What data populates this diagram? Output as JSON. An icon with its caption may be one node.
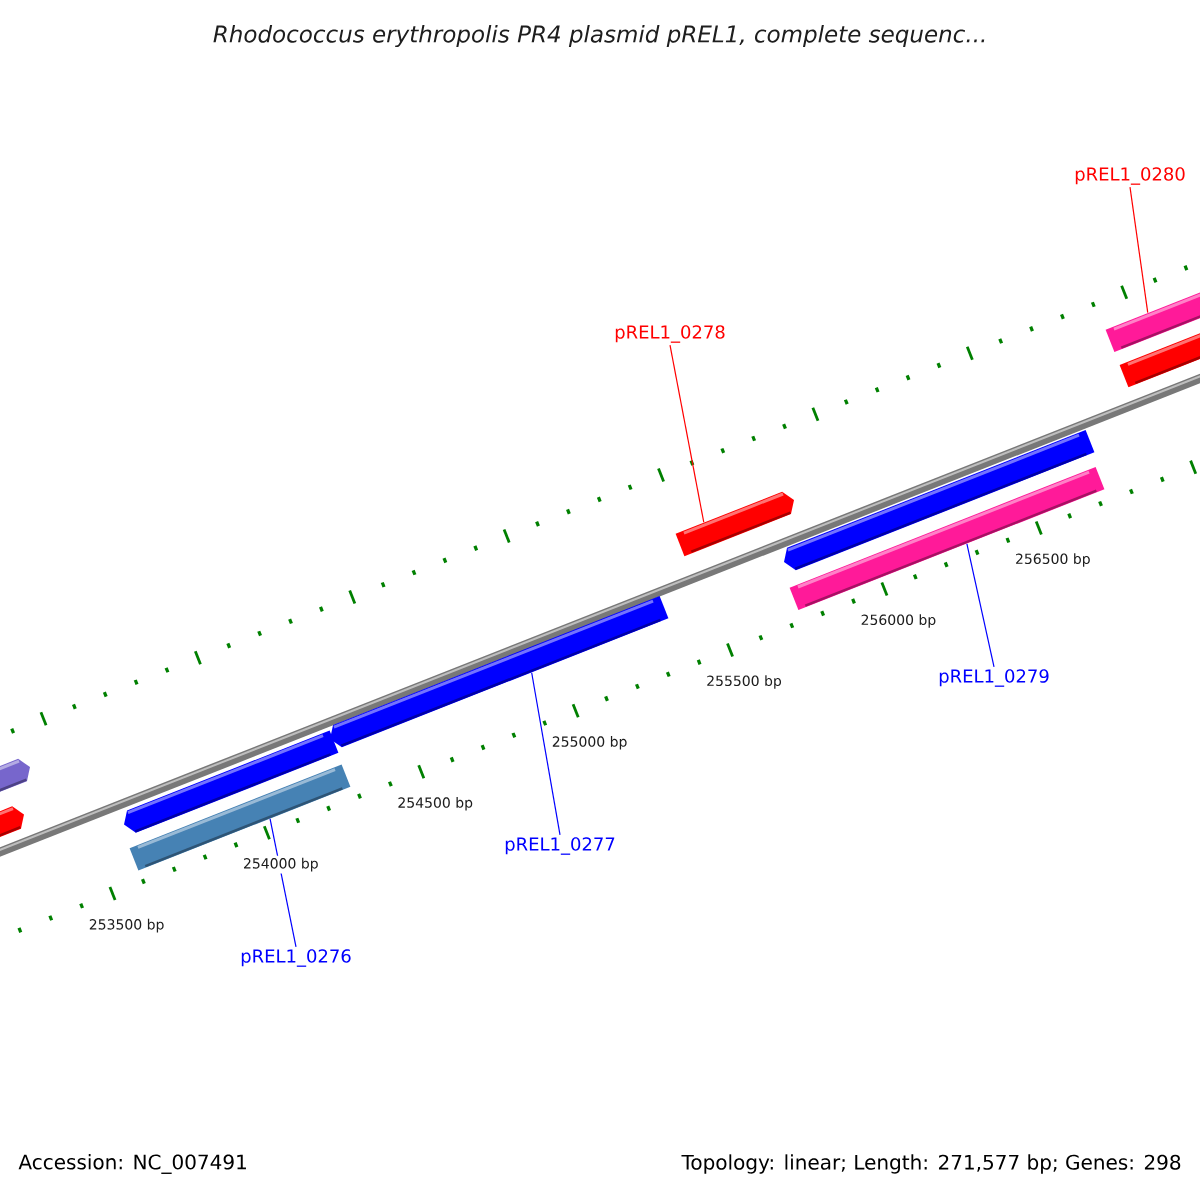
{
  "diagram": {
    "title": "Rhodococcus erythropolis PR4 plasmid pREL1, complete sequenc...",
    "nodes": [
      {
        "text": [
          "pREL1_0280"
        ]
      },
      {
        "text": [
          "pREL1_0278"
        ]
      },
      {
        "text": [
          "pREL1_0279"
        ]
      },
      {
        "text": [
          "pREL1_0277"
        ]
      },
      {
        "text": [
          "pREL1_0276"
        ]
      },
      {
        "text": [],
        "shape": "bar"
      },
      {
        "text": [],
        "shape": "bar"
      },
      {
        "text": [],
        "shape": "bar"
      },
      {
        "text": [],
        "shape": "bar"
      },
      {
        "text": [],
        "shape": "bar"
      },
      {
        "text": [],
        "shape": "bar"
      },
      {
        "text": [],
        "shape": "bar"
      },
      {
        "text": [],
        "shape": "bar"
      },
      {
        "text": [],
        "shape": "bar"
      },
      {
        "text": [],
        "shape": "bar"
      }
    ],
    "edges": [
      {
        "from": 0,
        "to": 13,
        "arrow": "none",
        "color": "#ff0000"
      },
      {
        "from": 1,
        "to": 10,
        "arrow": "none",
        "color": "#ff0000"
      },
      {
        "from": 2,
        "to": 12,
        "arrow": "none"
      },
      {
        "from": 3,
        "to": 9,
        "arrow": "none"
      },
      {
        "from": 4,
        "to": 8,
        "arrow": "none"
      }
    ],
    "labels": [
      "253500 bp",
      "254000 bp",
      "254500 bp",
      "255000 bp",
      "255500 bp",
      "256000 bp",
      "256500 bp",
      "Accession: NC_007491",
      "Topology: linear; Length: 271,577 bp; Genes: 298"
    ]
  }
}
